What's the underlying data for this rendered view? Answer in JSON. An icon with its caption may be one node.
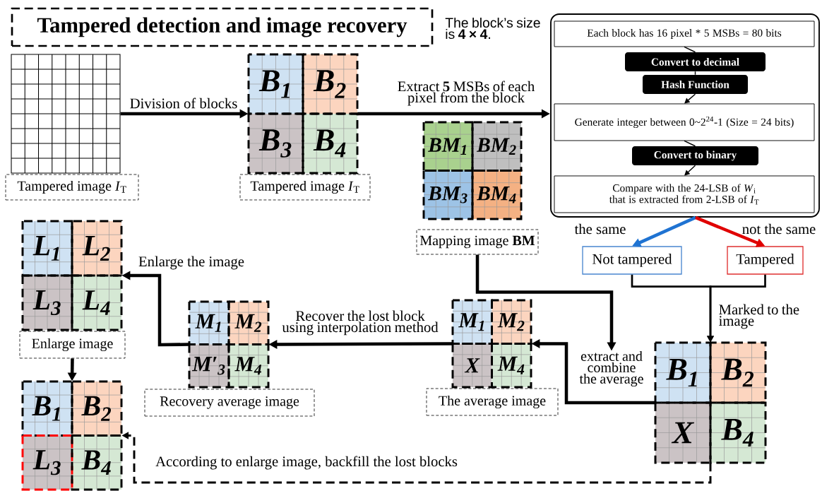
{
  "diagram": {
    "nodes": [
      {
        "text": [
          "Tampered detection and image recovery"
        ]
      },
      {
        "text": [],
        "shape": "picture"
      },
      {
        "text": [
          "Tampered image *I*$_{T}$"
        ]
      },
      {
        "text": [
          "B$_{1}$",
          "B$_{2}$",
          "B$_{3}$",
          "B$_{4}$"
        ]
      },
      {
        "text": [
          "Tampered image *I*$_{T}$"
        ]
      },
      {
        "text": [
          "BM$_{1}$",
          "BM$_{2}$",
          "BM$_{3}$",
          "BM$_{4}$"
        ]
      },
      {
        "text": [
          "Mapping image **BM**"
        ]
      },
      {
        "text": [],
        "shape": "box"
      },
      {
        "text": [
          "Each block has 16 pixel * 5 MSBs = 80 bits"
        ],
        "in": 7
      },
      {
        "text": [
          "Convert to decimal"
        ],
        "in": 7
      },
      {
        "text": [
          "Hash Function"
        ],
        "in": 7
      },
      {
        "text": [
          "Generate integer between 0~2$^{24}$-1 (Size = 24 bits)"
        ],
        "in": 7
      },
      {
        "text": [
          "Convert to binary"
        ],
        "in": 7
      },
      {
        "text": [
          "Compare with the 24-LSB of *W*$_{i}$ that is extracted from 2-LSB of *I*$_{T}$"
        ],
        "in": 7
      },
      {
        "text": [
          "Not tampered"
        ]
      },
      {
        "text": [
          "Tampered"
        ]
      },
      {
        "text": [
          "L$_{1}$",
          "L$_{2}$",
          "L$_{3}$",
          "L$_{4}$"
        ]
      },
      {
        "text": [
          "Enlarge image"
        ]
      },
      {
        "text": [
          "M$_{1}$",
          "M$_{2}$",
          "M′$_{3}$",
          "M$_{4}$"
        ]
      },
      {
        "text": [
          "Recovery average image"
        ]
      },
      {
        "text": [
          "M$_{1}$",
          "M$_{2}$",
          "X",
          "M$_{4}$"
        ]
      },
      {
        "text": [
          "The average image"
        ]
      },
      {
        "text": [
          "extract and combine the average"
        ]
      },
      {
        "text": [
          "B$_{1}$",
          "B$_{2}$",
          "X",
          "B$_{4}$"
        ]
      },
      {
        "text": [
          "B$_{1}$",
          "B$_{2}$",
          "L$_{3}$",
          "B$_{4}$"
        ]
      }
    ],
    "edges": [
      {
        "from": 1,
        "to": 3,
        "arrow": "to",
        "label": "Division of blocks"
      },
      {
        "from": 3,
        "to": 7,
        "arrow": "to",
        "label": "Extract **5** MSBs of each pixel from the block"
      },
      {
        "from": 8,
        "to": 9,
        "arrow": "none"
      },
      {
        "from": 9,
        "to": 10,
        "arrow": "none"
      },
      {
        "from": 10,
        "to": 11,
        "arrow": "to"
      },
      {
        "from": 11,
        "to": 12,
        "arrow": "none"
      },
      {
        "from": 12,
        "to": 13,
        "arrow": "to"
      },
      {
        "from": 7,
        "to": 14,
        "arrow": "to",
        "color": "#1f73d2",
        "label": "the same"
      },
      {
        "from": 7,
        "to": 15,
        "arrow": "to",
        "color": "#e00000",
        "label": "not the same"
      },
      {
        "from": 14,
        "to": 23,
        "arrow": "to"
      },
      {
        "from": 15,
        "to": 23,
        "arrow": "to",
        "label": "Marked to the image"
      },
      {
        "from": 6,
        "to": 22,
        "arrow": "to"
      },
      {
        "from": 23,
        "to": 20,
        "arrow": "to"
      },
      {
        "from": 20,
        "to": 18,
        "arrow": "to",
        "label": "Recover the lost block using interpolation method"
      },
      {
        "from": 18,
        "to": 16,
        "arrow": "to",
        "label": "Enlarge the image"
      },
      {
        "from": 17,
        "to": 24,
        "arrow": "to"
      },
      {
        "from": 23,
        "to": 24,
        "arrow": "to",
        "style": "dashed",
        "label": "According to enlarge image, backfill the lost blocks"
      }
    ],
    "labels": [
      "The block’s size is **4 × 4**."
    ]
  }
}
